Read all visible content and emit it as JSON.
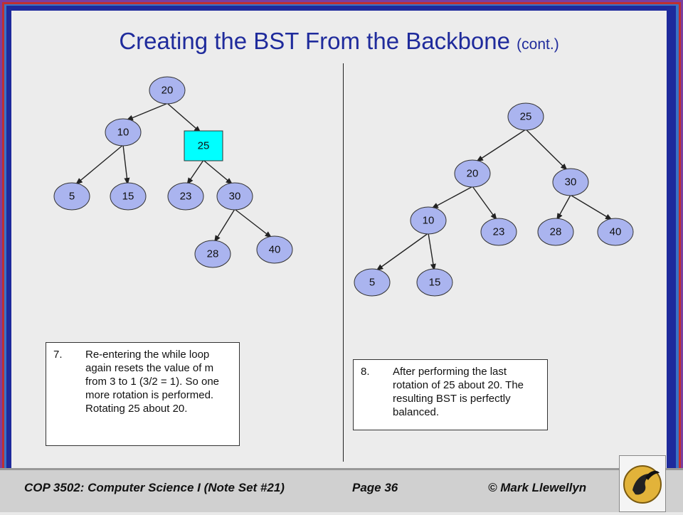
{
  "title": {
    "main": "Creating the BST From the Backbone",
    "suffix": "(cont.)"
  },
  "left_tree": {
    "nodes": [
      {
        "id": "20",
        "label": "20",
        "shape": "ellipse"
      },
      {
        "id": "10",
        "label": "10",
        "shape": "ellipse"
      },
      {
        "id": "25",
        "label": "25",
        "shape": "rect",
        "highlight": "#00ffff"
      },
      {
        "id": "5",
        "label": "5",
        "shape": "ellipse"
      },
      {
        "id": "15",
        "label": "15",
        "shape": "ellipse"
      },
      {
        "id": "23",
        "label": "23",
        "shape": "ellipse"
      },
      {
        "id": "30",
        "label": "30",
        "shape": "ellipse"
      },
      {
        "id": "28",
        "label": "28",
        "shape": "ellipse"
      },
      {
        "id": "40",
        "label": "40",
        "shape": "ellipse"
      }
    ],
    "edges": [
      [
        "20",
        "10"
      ],
      [
        "20",
        "25"
      ],
      [
        "10",
        "5"
      ],
      [
        "10",
        "15"
      ],
      [
        "25",
        "23"
      ],
      [
        "25",
        "30"
      ],
      [
        "30",
        "28"
      ],
      [
        "30",
        "40"
      ]
    ]
  },
  "right_tree": {
    "nodes": [
      {
        "id": "25",
        "label": "25",
        "shape": "ellipse"
      },
      {
        "id": "20",
        "label": "20",
        "shape": "ellipse"
      },
      {
        "id": "30",
        "label": "30",
        "shape": "ellipse"
      },
      {
        "id": "10",
        "label": "10",
        "shape": "ellipse"
      },
      {
        "id": "23",
        "label": "23",
        "shape": "ellipse"
      },
      {
        "id": "28",
        "label": "28",
        "shape": "ellipse"
      },
      {
        "id": "40",
        "label": "40",
        "shape": "ellipse"
      },
      {
        "id": "5",
        "label": "5",
        "shape": "ellipse"
      },
      {
        "id": "15",
        "label": "15",
        "shape": "ellipse"
      }
    ],
    "edges": [
      [
        "25",
        "20"
      ],
      [
        "25",
        "30"
      ],
      [
        "20",
        "10"
      ],
      [
        "20",
        "23"
      ],
      [
        "30",
        "28"
      ],
      [
        "30",
        "40"
      ],
      [
        "10",
        "5"
      ],
      [
        "10",
        "15"
      ]
    ]
  },
  "notes": {
    "left": {
      "number": "7.",
      "text": "Re-entering the while loop again resets the value of m from 3 to 1 (3/2 = 1).  So one more rotation is performed. Rotating 25 about 20."
    },
    "right": {
      "number": "8.",
      "text": "After performing the last rotation of 25 about 20. The resulting BST is perfectly balanced."
    }
  },
  "footer": {
    "course": "COP 3502: Computer Science I  (Note Set #21)",
    "page": "Page 36",
    "author": "© Mark Llewellyn"
  },
  "colors": {
    "title": "#1f2b9c",
    "node_fill": "#aab4ef",
    "highlight": "#00ffff"
  }
}
